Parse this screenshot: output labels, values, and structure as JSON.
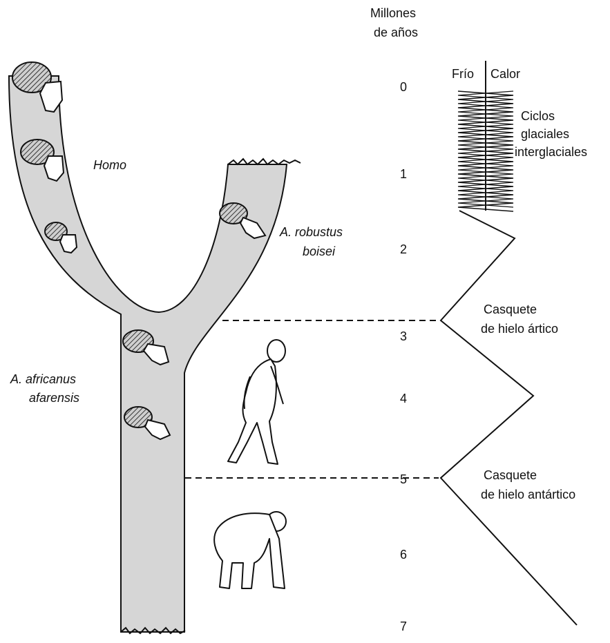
{
  "scale": {
    "title_line1": "Millones",
    "title_line2": "de años",
    "ticks": [
      "0",
      "1",
      "2",
      "3",
      "4",
      "5",
      "6",
      "7"
    ]
  },
  "climate": {
    "cold_label": "Frío",
    "warm_label": "Calor",
    "cycles_line1": "Ciclos",
    "cycles_line2": "glaciales",
    "cycles_line3": "interglaciales",
    "arctic_line1": "Casquete",
    "arctic_line2": "de hielo ártico",
    "antarctic_line1": "Casquete",
    "antarctic_line2": "de hielo antártico"
  },
  "lineages": {
    "homo": "Homo",
    "robustus_line1": "A. robustus",
    "robustus_line2": "boisei",
    "africanus_line1": "A. africanus",
    "africanus_line2": "afarensis"
  },
  "colors": {
    "trunk_fill": "#d6d6d6",
    "ink": "#111111",
    "skull_hatch": "#444444"
  },
  "icons": [
    "skull-icon",
    "upright-hominid-icon",
    "quadruped-ape-icon"
  ]
}
